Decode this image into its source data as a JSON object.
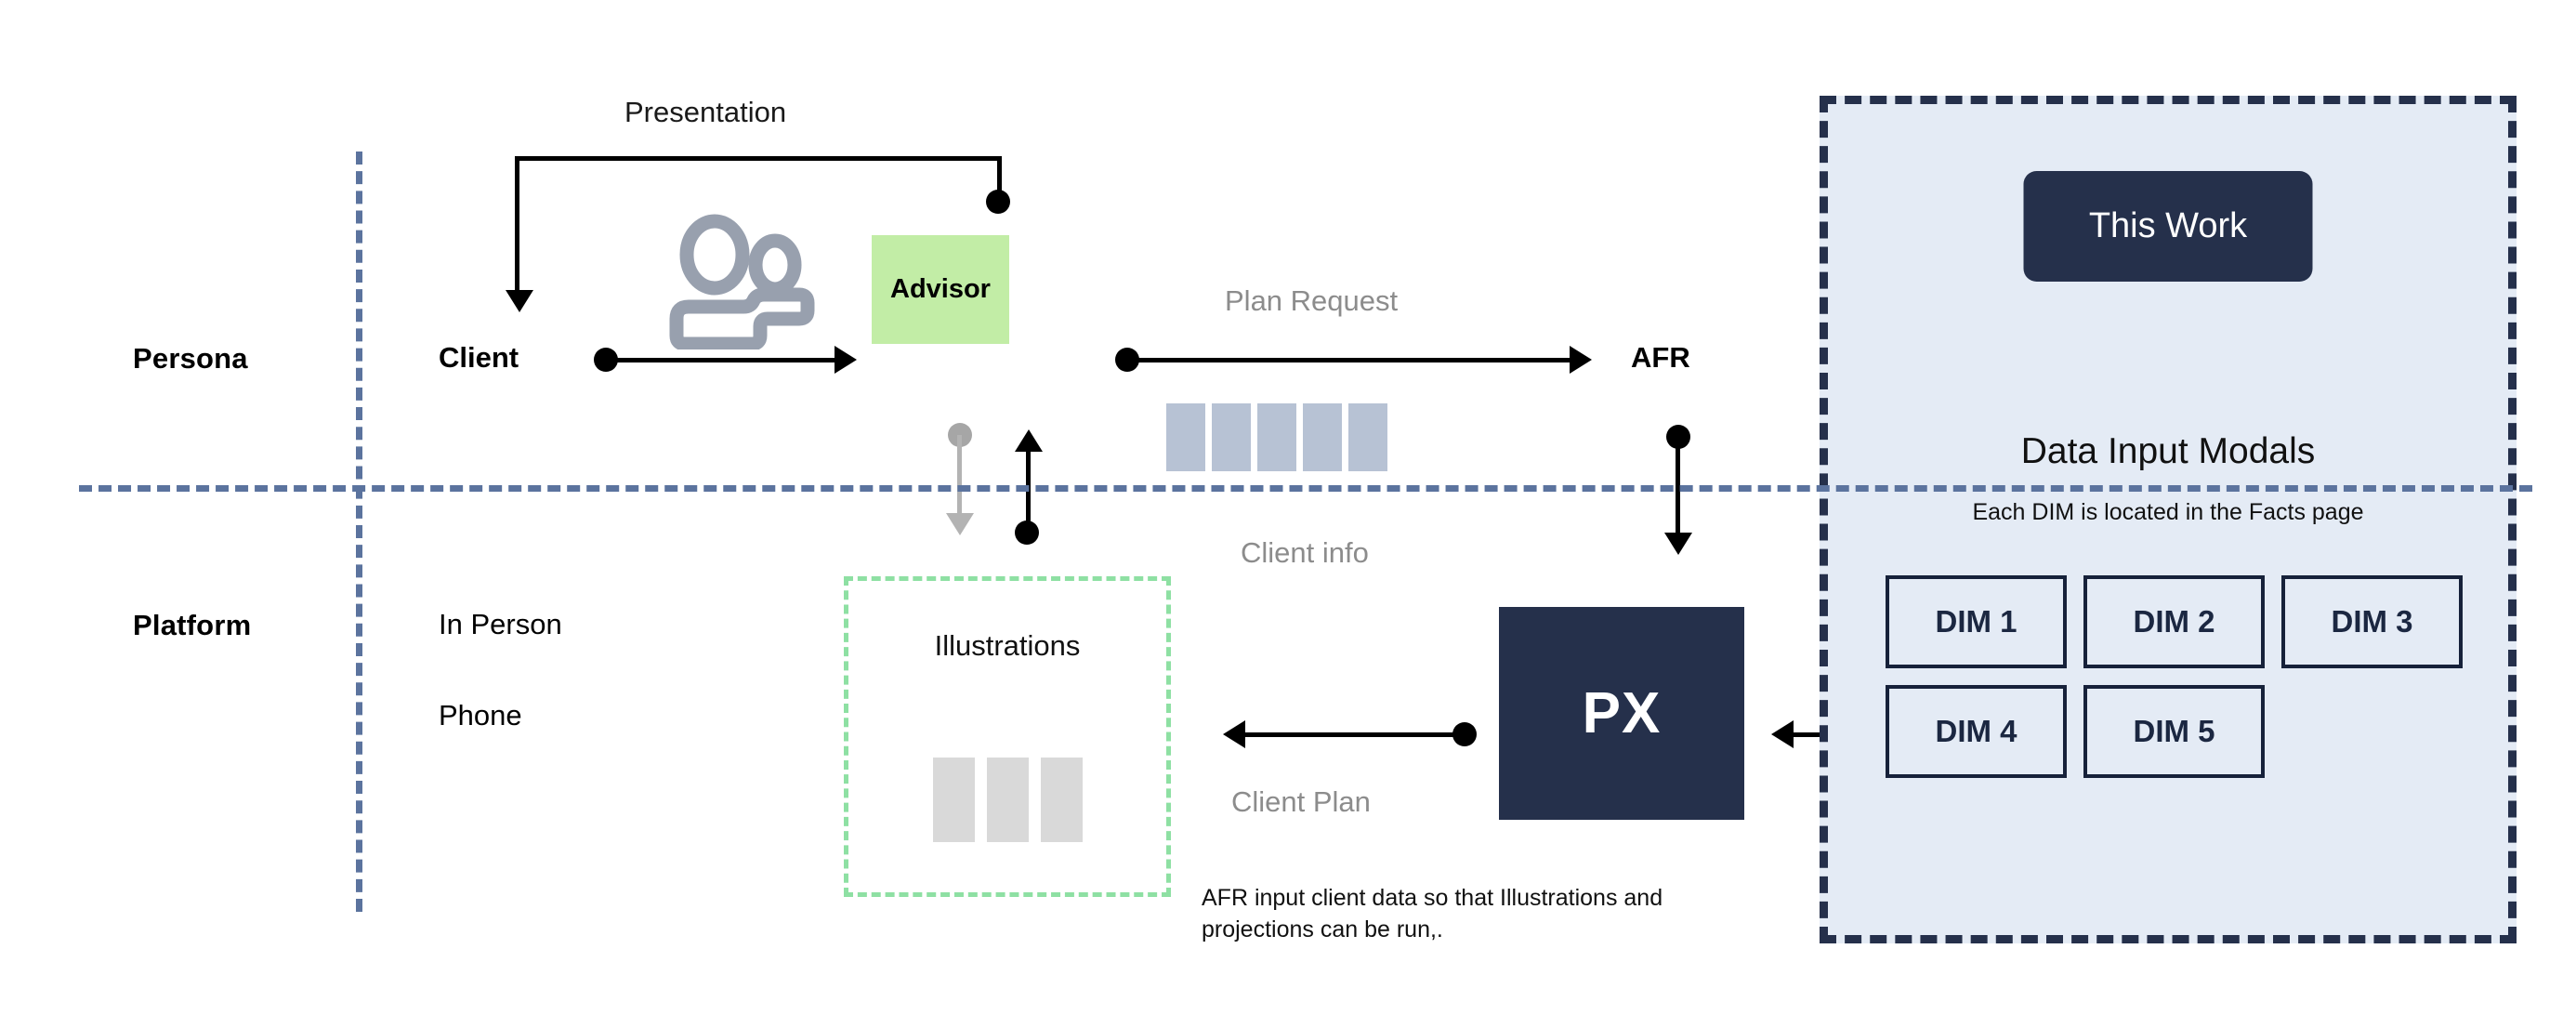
{
  "lanes": {
    "persona_label": "Persona",
    "platform_label": "Platform"
  },
  "persona": {
    "client_label": "Client",
    "advisor_label": "Advisor",
    "afr_label": "AFR",
    "people_icon": "people-icon"
  },
  "platform": {
    "in_person": "In Person",
    "phone": "Phone",
    "illustrations_label": "Illustrations",
    "px_label": "PX",
    "illustration_thumb_count": 3
  },
  "flows": {
    "presentation": "Presentation",
    "plan_request": "Plan Request",
    "client_info": "Client info",
    "client_plan": "Client Plan"
  },
  "client_info_bar_count": 5,
  "note": {
    "text": "AFR input client data so that Illustrations and projections can be run,."
  },
  "this_work_panel": {
    "badge_label": "This Work",
    "heading": "Data Input Modals",
    "subheading": "Each DIM is located in the Facts page",
    "dims": [
      {
        "label": "DIM 1"
      },
      {
        "label": "DIM 2"
      },
      {
        "label": "DIM 3"
      },
      {
        "label": "DIM 4"
      },
      {
        "label": "DIM 5"
      }
    ]
  },
  "colors": {
    "advisor_green": "#c2eda6",
    "panel_blue": "#e4ebf5",
    "navy": "#25304b",
    "divider_blue": "#5b739e",
    "bar_gray_blue": "#b7c2d4",
    "illustrations_green": "#8ee0a3",
    "muted_text": "#8c8c8c"
  }
}
